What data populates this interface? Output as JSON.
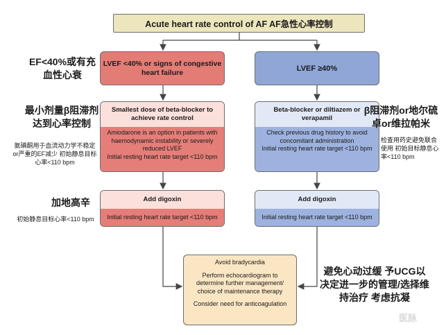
{
  "title": "Acute heart rate control of AF AF急性心率控制",
  "left": {
    "head": "LVEF <40% or signs of congestive heart failure",
    "step1_top": "Smallest dose of beta-blocker to achieve rate control",
    "step1_bottom": "Amiodarone is an option in patients with haemodynamic instability or severely reduced LVEF",
    "step1_target": "Initial resting heart rate target <110 bpm",
    "step2_top": "Add digoxin",
    "step2_target": "Initial resting heart rate target <110 bpm"
  },
  "right": {
    "head": "LVEF ≥40%",
    "step1_top": "Beta-blocker or diltiazem or verapamil",
    "step1_bottom": "Check previous drug history to avoid concomitant administration",
    "step1_target": "Initial resting heart rate target <110 bpm",
    "step2_top": "Add digoxin",
    "step2_target": "Initial resting heart rate target <110 bpm"
  },
  "final": {
    "line1": "Avoid bradycardia",
    "line2": "Perform echocardiogram to determine further management/ choice of maintenance therapy",
    "line3": "Consider need for anticoagulation"
  },
  "annotations": {
    "l1_big": "EF<40%或有充血性心衰",
    "l2_big": "最小剂量β阻滞剂达到心率控制",
    "l2_small": "氨碘酮用于血流动力学不稳定or严重的EF减少 初始静息目标心率<110 bpm",
    "l3_big": "加地高辛",
    "l3_small": "初始静息目标心率<110 bpm",
    "r2_big": "β阻滞剂or地尔硫卓or维拉帕米",
    "r2_small": "检查用药史避免联合使用 初始目标静息心率<110 bpm",
    "r4_big": "避免心动过缓 予UCG以决定进一步的管理/选择维持治疗 考虑抗凝"
  },
  "watermark": "医脉"
}
